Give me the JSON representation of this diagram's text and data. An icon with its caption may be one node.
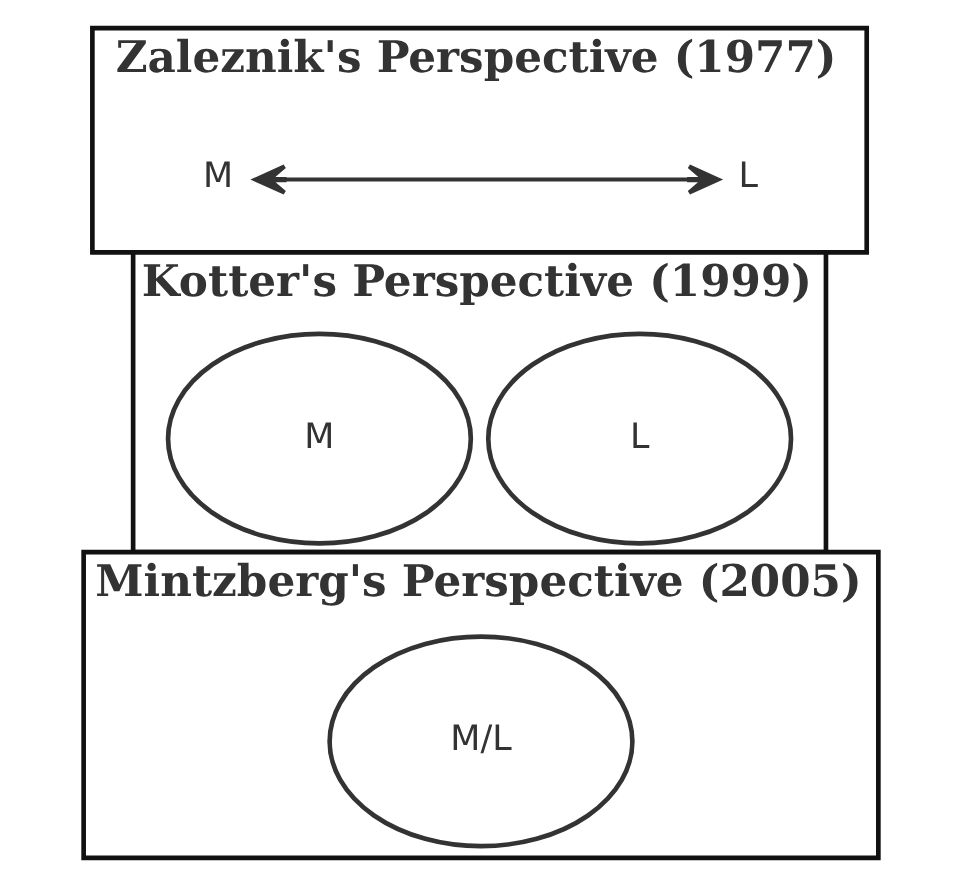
{
  "diagram": {
    "nodes": [
      {
        "text": [
          "Zaleznik's Perspective (1977)"
        ]
      },
      {
        "text": [
          "M"
        ],
        "in": 0
      },
      {
        "text": [
          "L"
        ],
        "in": 0
      },
      {
        "text": [
          "Kotter's Perspective (1999)"
        ]
      },
      {
        "text": [
          "M"
        ],
        "in": 3
      },
      {
        "text": [
          "L"
        ],
        "in": 3
      },
      {
        "text": [
          "Mintzberg's Perspective (2005)"
        ]
      },
      {
        "text": [
          "M/L"
        ],
        "in": 6
      }
    ],
    "edges": [
      {
        "from": 1,
        "to": 2,
        "arrow": "both"
      }
    ]
  }
}
